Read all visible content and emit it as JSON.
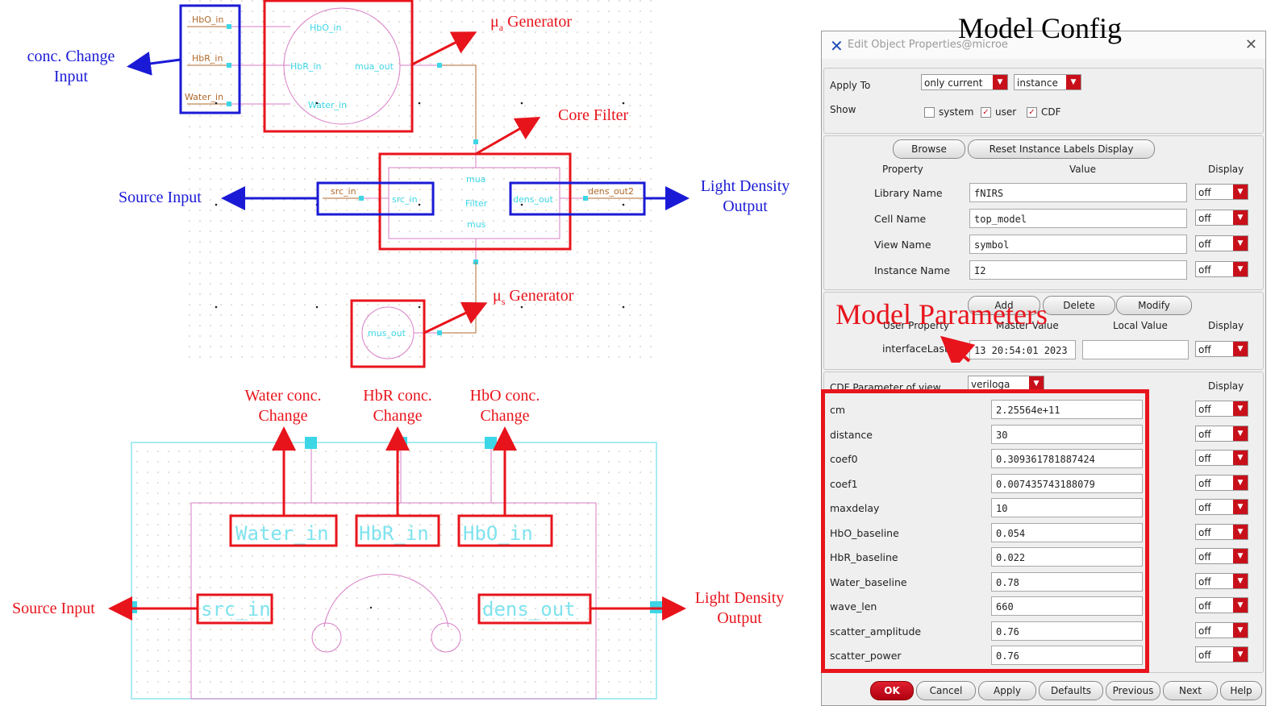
{
  "schematic": {
    "ua_label": "μ",
    "ua_sub": "a",
    "ua_suffix": " Generator",
    "us_label": "μ",
    "us_sub": "s",
    "us_suffix": " Generator",
    "core_filter": "Core Filter",
    "conc_change_input_1": "conc. Change",
    "conc_change_input_2": "Input",
    "source_input": "Source Input",
    "light_density_1": "Light Density",
    "light_density_2": "Output",
    "pins_left": [
      "HbO_in",
      "HbR_in",
      "Water_in"
    ],
    "gen_pins_in": [
      "HbO_in",
      "HbR_in",
      "Water_in"
    ],
    "gen_pin_out": "mua_out",
    "mus_out": "mus_out",
    "filter_mua": "mua",
    "filter_name": "Filter",
    "filter_mus": "mus",
    "src_in_wire": "src_in",
    "src_in": "src_in",
    "dens_out": "dens_out",
    "dens_out2": "dens_out2"
  },
  "symbol": {
    "water_conc_1": "Water conc.",
    "water_conc_2": "Change",
    "hbr_conc_1": "HbR conc.",
    "hbr_conc_2": "Change",
    "hbo_conc_1": "HbO conc.",
    "hbo_conc_2": "Change",
    "pin_water": "Water_in",
    "pin_hbr": "HbR_in",
    "pin_hbo": "HbO_in",
    "pin_src": "src_in",
    "pin_dens": "dens_out",
    "source_input": "Source Input",
    "light_density_1": "Light Density",
    "light_density_2": "Output"
  },
  "dialog": {
    "overlay_title": "Model Config",
    "title": "Edit Object Properties@microe",
    "apply_to_label": "Apply To",
    "apply_to_value": "only current",
    "apply_to_scope": "instance",
    "show_label": "Show",
    "show_system": "system",
    "show_user": "user",
    "show_cdf": "CDF",
    "browse": "Browse",
    "reset_labels": "Reset Instance Labels Display",
    "col_property": "Property",
    "col_value": "Value",
    "col_display": "Display",
    "properties": [
      {
        "name": "Library Name",
        "value": "fNIRS",
        "display": "off"
      },
      {
        "name": "Cell Name",
        "value": "top_model",
        "display": "off"
      },
      {
        "name": "View Name",
        "value": "symbol",
        "display": "off"
      },
      {
        "name": "Instance Name",
        "value": "I2",
        "display": "off"
      }
    ],
    "add": "Add",
    "delete": "Delete",
    "modify": "Modify",
    "col_user_property": "User Property",
    "col_master_value": "Master Value",
    "col_local_value": "Local Value",
    "model_parameters_overlay": "Model Parameters",
    "user_prop_name": "interfaceLastCh...",
    "user_prop_value": "13 20:54:01 2023",
    "user_prop_display": "off",
    "cdf_label": "CDF Parameter of view",
    "cdf_view": "veriloga",
    "cdf_params": [
      {
        "name": "cm",
        "value": "2.25564e+11",
        "display": "off"
      },
      {
        "name": "distance",
        "value": "30",
        "display": "off"
      },
      {
        "name": "coef0",
        "value": "0.309361781887424",
        "display": "off"
      },
      {
        "name": "coef1",
        "value": "0.007435743188079",
        "display": "off"
      },
      {
        "name": "maxdelay",
        "value": "10",
        "display": "off"
      },
      {
        "name": "HbO_baseline",
        "value": "0.054",
        "display": "off"
      },
      {
        "name": "HbR_baseline",
        "value": "0.022",
        "display": "off"
      },
      {
        "name": "Water_baseline",
        "value": "0.78",
        "display": "off"
      },
      {
        "name": "wave_len",
        "value": "660",
        "display": "off"
      },
      {
        "name": "scatter_amplitude",
        "value": "0.76",
        "display": "off"
      },
      {
        "name": "scatter_power",
        "value": "0.76",
        "display": "off"
      }
    ],
    "buttons": {
      "ok": "OK",
      "cancel": "Cancel",
      "apply": "Apply",
      "defaults": "Defaults",
      "previous": "Previous",
      "next": "Next",
      "help": "Help"
    }
  },
  "colors": {
    "annotation_red": "#e8141c",
    "annotation_blue": "#1a1ad6",
    "symbol_pink": "#d77cc6",
    "pin_cyan": "#3cd6e6",
    "wire_brown": "#b06a2c"
  }
}
